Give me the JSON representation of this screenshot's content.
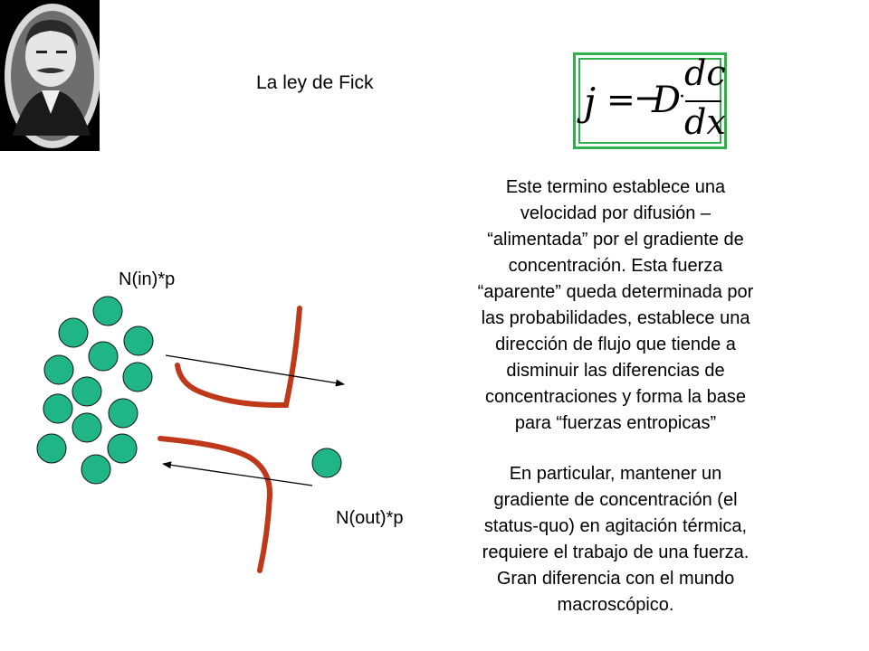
{
  "title": "La ley de Fick",
  "formula": {
    "lhs": "j",
    "equals": "=",
    "minus": "−",
    "coefficient": "D",
    "dot": "·",
    "numerator": "dc",
    "denominator": "dx"
  },
  "description": [
    "Este termino establece una",
    "velocidad por difusión –",
    "“alimentada” por el gradiente de",
    "concentración.  Esta fuerza",
    "“aparente” queda determinada por",
    "las probabilidades,  establece una",
    "dirección de flujo que tiende a",
    "disminuir las diferencias de",
    "concentraciones y forma la base",
    "para “fuerzas entropicas”"
  ],
  "note": [
    "En particular, mantener un",
    "gradiente de concentración (el",
    "status-quo) en agitación térmica,",
    "requiere el trabajo de una fuerza.",
    "Gran diferencia con el mundo",
    "macroscópico."
  ],
  "labels": {
    "flux_in": "N(in)*p",
    "flux_out": "N(out)*p"
  },
  "colors": {
    "particle": "#1fb586",
    "membrane": "#c0381a",
    "formula_border": "#2eb04a"
  }
}
